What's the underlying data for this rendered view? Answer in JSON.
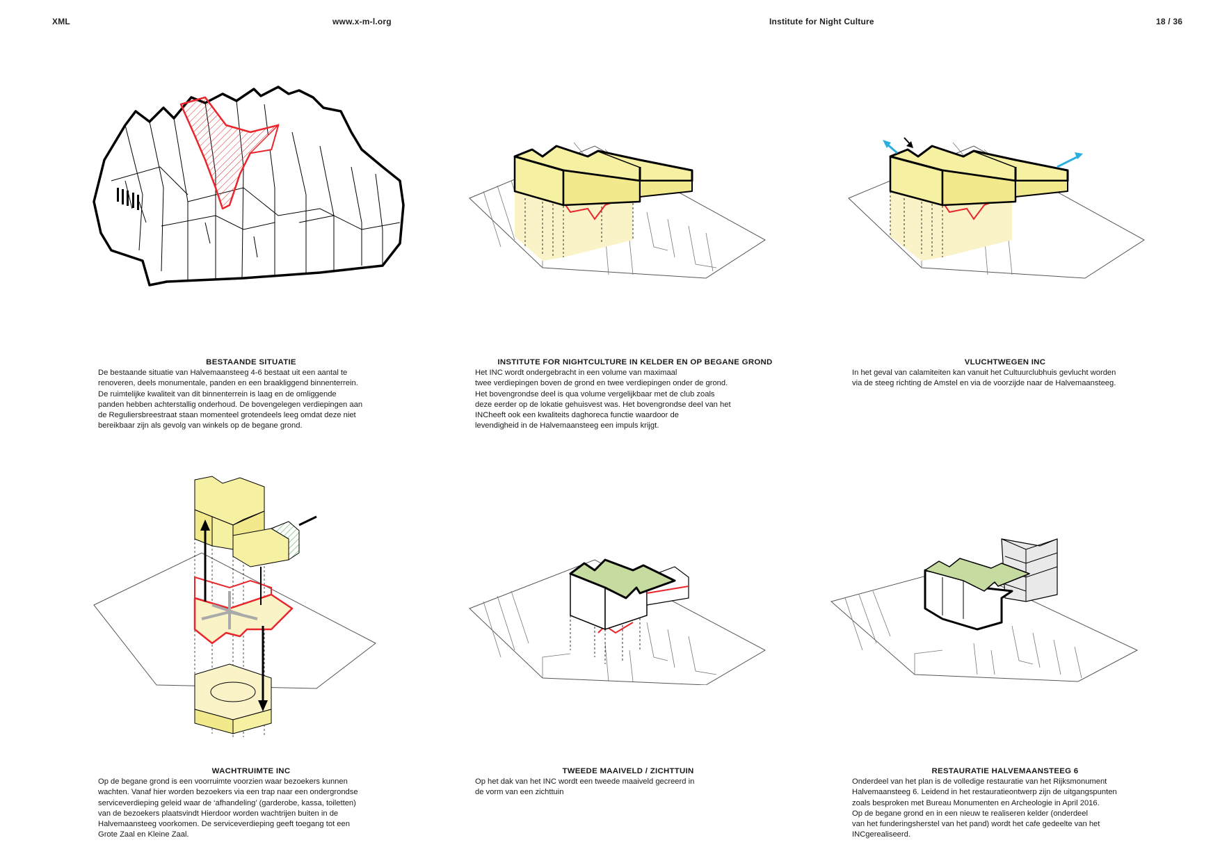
{
  "header": {
    "left": "XML",
    "url": "www.x-m-l.org",
    "title": "Institute for Night Culture",
    "page": "18 / 36"
  },
  "colors": {
    "outline": "#000000",
    "highlight": "#e8262b",
    "volume_yellow": "#f6f0a2",
    "volume_pale": "#faf3c8",
    "roof_green": "#c6dba0",
    "arrow_blue": "#29aee0",
    "grey_building": "#e9e9e9"
  },
  "captions": [
    {
      "title": "BESTAANDE SITUATIE",
      "body": "De bestaande situatie van Halvemaansteeg 4-6 bestaat uit een aantal te\nrenoveren, deels monumentale, panden en een braakliggend binnenterrein.\nDe ruimtelijke kwaliteit van dit binnenterrein is laag en de omliggende\npanden hebben achterstallig onderhoud. De bovengelegen verdiepingen aan\nde Reguliersbreestraat staan momenteel grotendeels leeg omdat deze niet\nbereikbaar zijn als gevolg van winkels op de begane grond."
    },
    {
      "title": "INSTITUTE FOR NIGHTCULTURE IN KELDER EN OP BEGANE GROND",
      "body": "Het INC  wordt ondergebracht in een volume van maximaal\ntwee verdiepingen boven de grond en twee verdiepingen onder de grond.\nHet bovengrondse deel is qua volume vergelijkbaar met de club zoals\ndeze eerder op de lokatie gehuisvest was. Het bovengrondse deel van het\nINCheeft ook een kwaliteits daghoreca functie waardoor de\nlevendigheid in de Halvemaansteeg een impuls krijgt."
    },
    {
      "title": "VLUCHTWEGEN INC",
      "body": "In het geval van calamiteiten kan vanuit het Cultuurclubhuis gevlucht worden\nvia de steeg richting de Amstel en via de voorzijde naar de Halvemaansteeg."
    },
    {
      "title": "WACHTRUIMTE INC",
      "body": "Op de begane grond is een voorruimte voorzien waar bezoekers kunnen\nwachten. Vanaf hier worden bezoekers via een trap naar een ondergrondse\nserviceverdieping geleid waar de ‘afhandeling’ (garderobe, kassa, toiletten)\nvan de bezoekers plaatsvindt Hierdoor worden wachtrijen buiten in de\nHalvemaansteeg voorkomen. De serviceverdieping geeft toegang tot een\nGrote Zaal en Kleine Zaal."
    },
    {
      "title": "TWEEDE MAAIVELD / ZICHTTUIN",
      "body": "Op het dak van het INC wordt een tweede maaiveld gecreerd in\nde vorm van een zichttuin"
    },
    {
      "title": "RESTAURATIE HALVEMAANSTEEG 6",
      "body": "Onderdeel van het plan is de volledige restauratie van het Rijksmonument\nHalvemaansteeg 6. Leidend in het restauratieontwerp zijn de uitgangspunten\nzoals besproken met Bureau Monumenten en Archeologie in April 2016.\nOp de begane grond en in een nieuw te realiseren kelder (onderdeel\nvan het funderingsherstel van het pand) wordt het cafe gedeelte van het\nINCgerealiseerd."
    }
  ]
}
